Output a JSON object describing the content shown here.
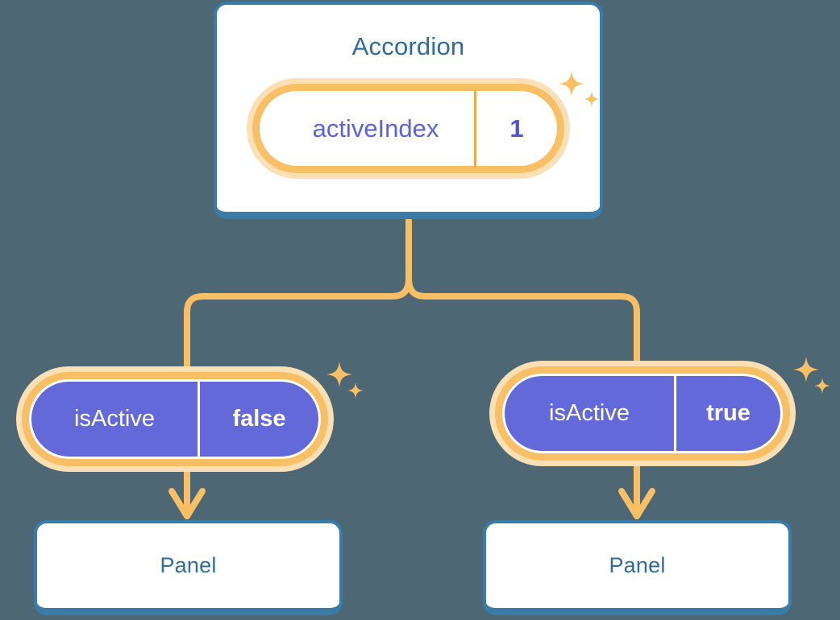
{
  "theme": {
    "background": "#4d6774",
    "card_border": "#3a7ca8",
    "card_fill": "#ffffff",
    "title_text": "#2d6d9e",
    "accent_orange": "#f8bf64",
    "accent_orange_pale": "#fae0b4",
    "accent_orange_deep": "#f0a93e",
    "badge_purple": "#6469da",
    "badge_purple_text": "#5a63d8",
    "connector": "#f8bf64"
  },
  "diagram": {
    "type": "component-tree",
    "root": {
      "name": "accordion-card",
      "title": "Accordion",
      "prop": {
        "key": "activeIndex",
        "value": "1",
        "style": "white-pill"
      }
    },
    "branches": [
      {
        "name": "branch-left",
        "prop": {
          "key": "isActive",
          "value": "false",
          "style": "purple-pill"
        },
        "child": {
          "name": "panel-left",
          "title": "Panel"
        }
      },
      {
        "name": "branch-right",
        "prop": {
          "key": "isActive",
          "value": "true",
          "style": "purple-pill"
        },
        "child": {
          "name": "panel-right",
          "title": "Panel"
        }
      }
    ],
    "decorations": [
      {
        "name": "sparkle-cluster-top",
        "icon": "sparkle-icon",
        "count": 2
      },
      {
        "name": "sparkle-cluster-left",
        "icon": "sparkle-icon",
        "count": 2
      },
      {
        "name": "sparkle-cluster-right",
        "icon": "sparkle-icon",
        "count": 2
      }
    ],
    "connectors": [
      {
        "name": "stem-root",
        "icon": "tree-stem-icon"
      },
      {
        "name": "split-bar",
        "icon": "tree-branch-icon"
      },
      {
        "name": "arrow-left-down",
        "icon": "arrow-down-icon"
      },
      {
        "name": "arrow-right-down",
        "icon": "arrow-down-icon"
      }
    ]
  }
}
